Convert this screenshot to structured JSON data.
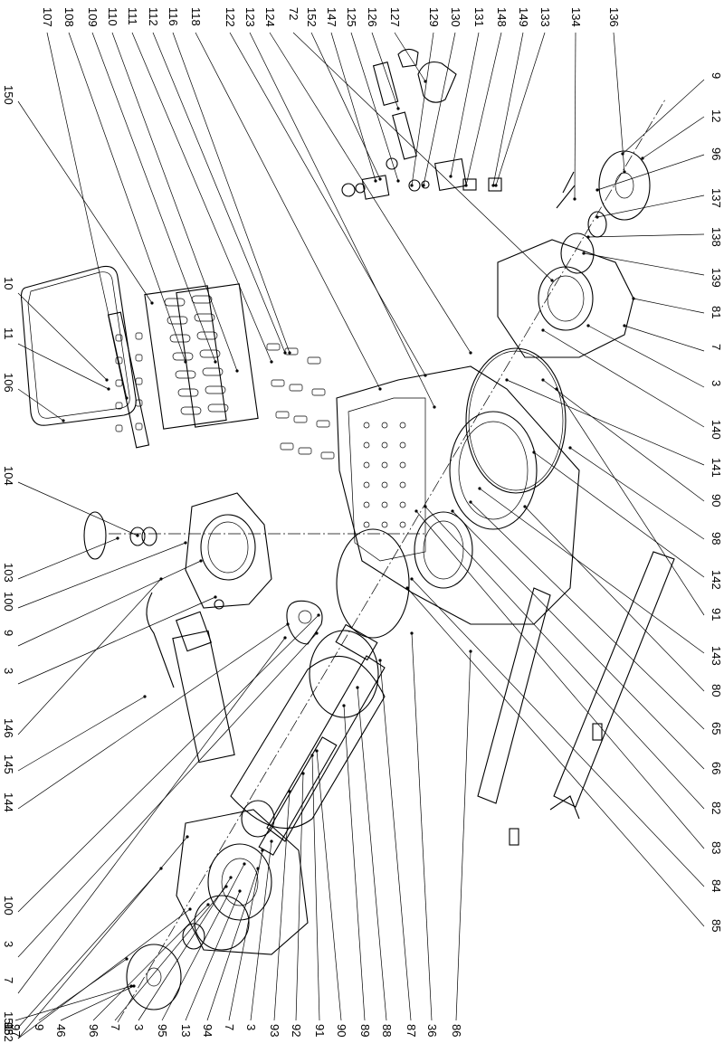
{
  "diagram": {
    "labels_top": [
      "107",
      "108",
      "109",
      "110",
      "111",
      "112",
      "116",
      "118",
      "122",
      "123",
      "124",
      "72",
      "152",
      "147",
      "125",
      "126",
      "127",
      "129",
      "130",
      "131",
      "148",
      "149",
      "133",
      "134",
      "136"
    ],
    "labels_right": [
      "9",
      "12",
      "96",
      "137",
      "138",
      "139",
      "81",
      "7",
      "3",
      "140",
      "141",
      "90",
      "98",
      "142",
      "91",
      "143",
      "80",
      "65",
      "66",
      "82",
      "83",
      "84",
      "85"
    ],
    "labels_bottom": [
      "97",
      "9",
      "46",
      "96",
      "7",
      "3",
      "95",
      "13",
      "94",
      "7",
      "3",
      "93",
      "92",
      "91",
      "90",
      "89",
      "88",
      "87",
      "36",
      "86"
    ],
    "labels_left": [
      "150",
      "10",
      "11",
      "106",
      "104",
      "103",
      "100",
      "9",
      "3",
      "146",
      "145",
      "144",
      "100",
      "3",
      "7",
      "151",
      "152",
      "98"
    ]
  }
}
